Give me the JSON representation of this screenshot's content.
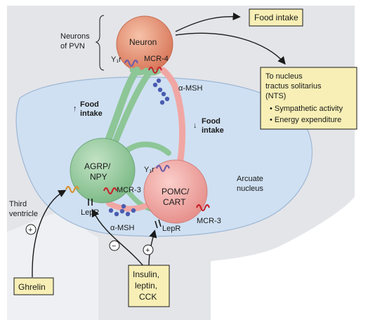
{
  "labels": {
    "neuron": "Neuron",
    "neurons_pvn_1": "Neurons",
    "neurons_pvn_2": "of PVN",
    "y1r_top": "Y₁r",
    "mcr4": "MCR-4",
    "food_intake_box": "Food intake",
    "nts_1": "To nucleus",
    "nts_2": "tractus solitarius",
    "nts_3": "(NTS)",
    "nts_4": "• Sympathetic activity",
    "nts_5": "• Energy expenditure",
    "alpha_msh_top": "α-MSH",
    "up_arrow": "↑",
    "food_up": "Food",
    "intake_up": "intake",
    "down_arrow": "↓",
    "food_down": "Food",
    "intake_down": "intake",
    "agrp_1": "AGRP/",
    "agrp_2": "NPY",
    "y1r_mid": "Y₁r",
    "arcuate_1": "Arcuate",
    "arcuate_2": "nucleus",
    "mcr3_left": "MCR-3",
    "pomc_1": "POMC/",
    "pomc_2": "CART",
    "mcr3_right": "MCR-3",
    "lepr_left": "LepR",
    "lepr_right": "LepR",
    "alpha_msh_bottom": "α-MSH",
    "third_1": "Third",
    "third_2": "ventricle",
    "plus": "+",
    "minus": "−",
    "ghrelin": "Ghrelin",
    "insulin_1": "Insulin,",
    "insulin_2": "leptin,",
    "insulin_3": "CCK"
  },
  "colors": {
    "background_tissue": "#e3e4e8",
    "arcuate_region": "#cfe0f2",
    "agrp_neuron": "#93c99c",
    "pomc_neuron": "#f0a7a4",
    "pvn_neuron": "#e0876a",
    "label_box": "#f7efb5",
    "receptor_purple": "#6e5ca8",
    "receptor_red": "#c8242c",
    "receptor_orange": "#d9902e",
    "msh_dots": "#4a5cb0"
  }
}
